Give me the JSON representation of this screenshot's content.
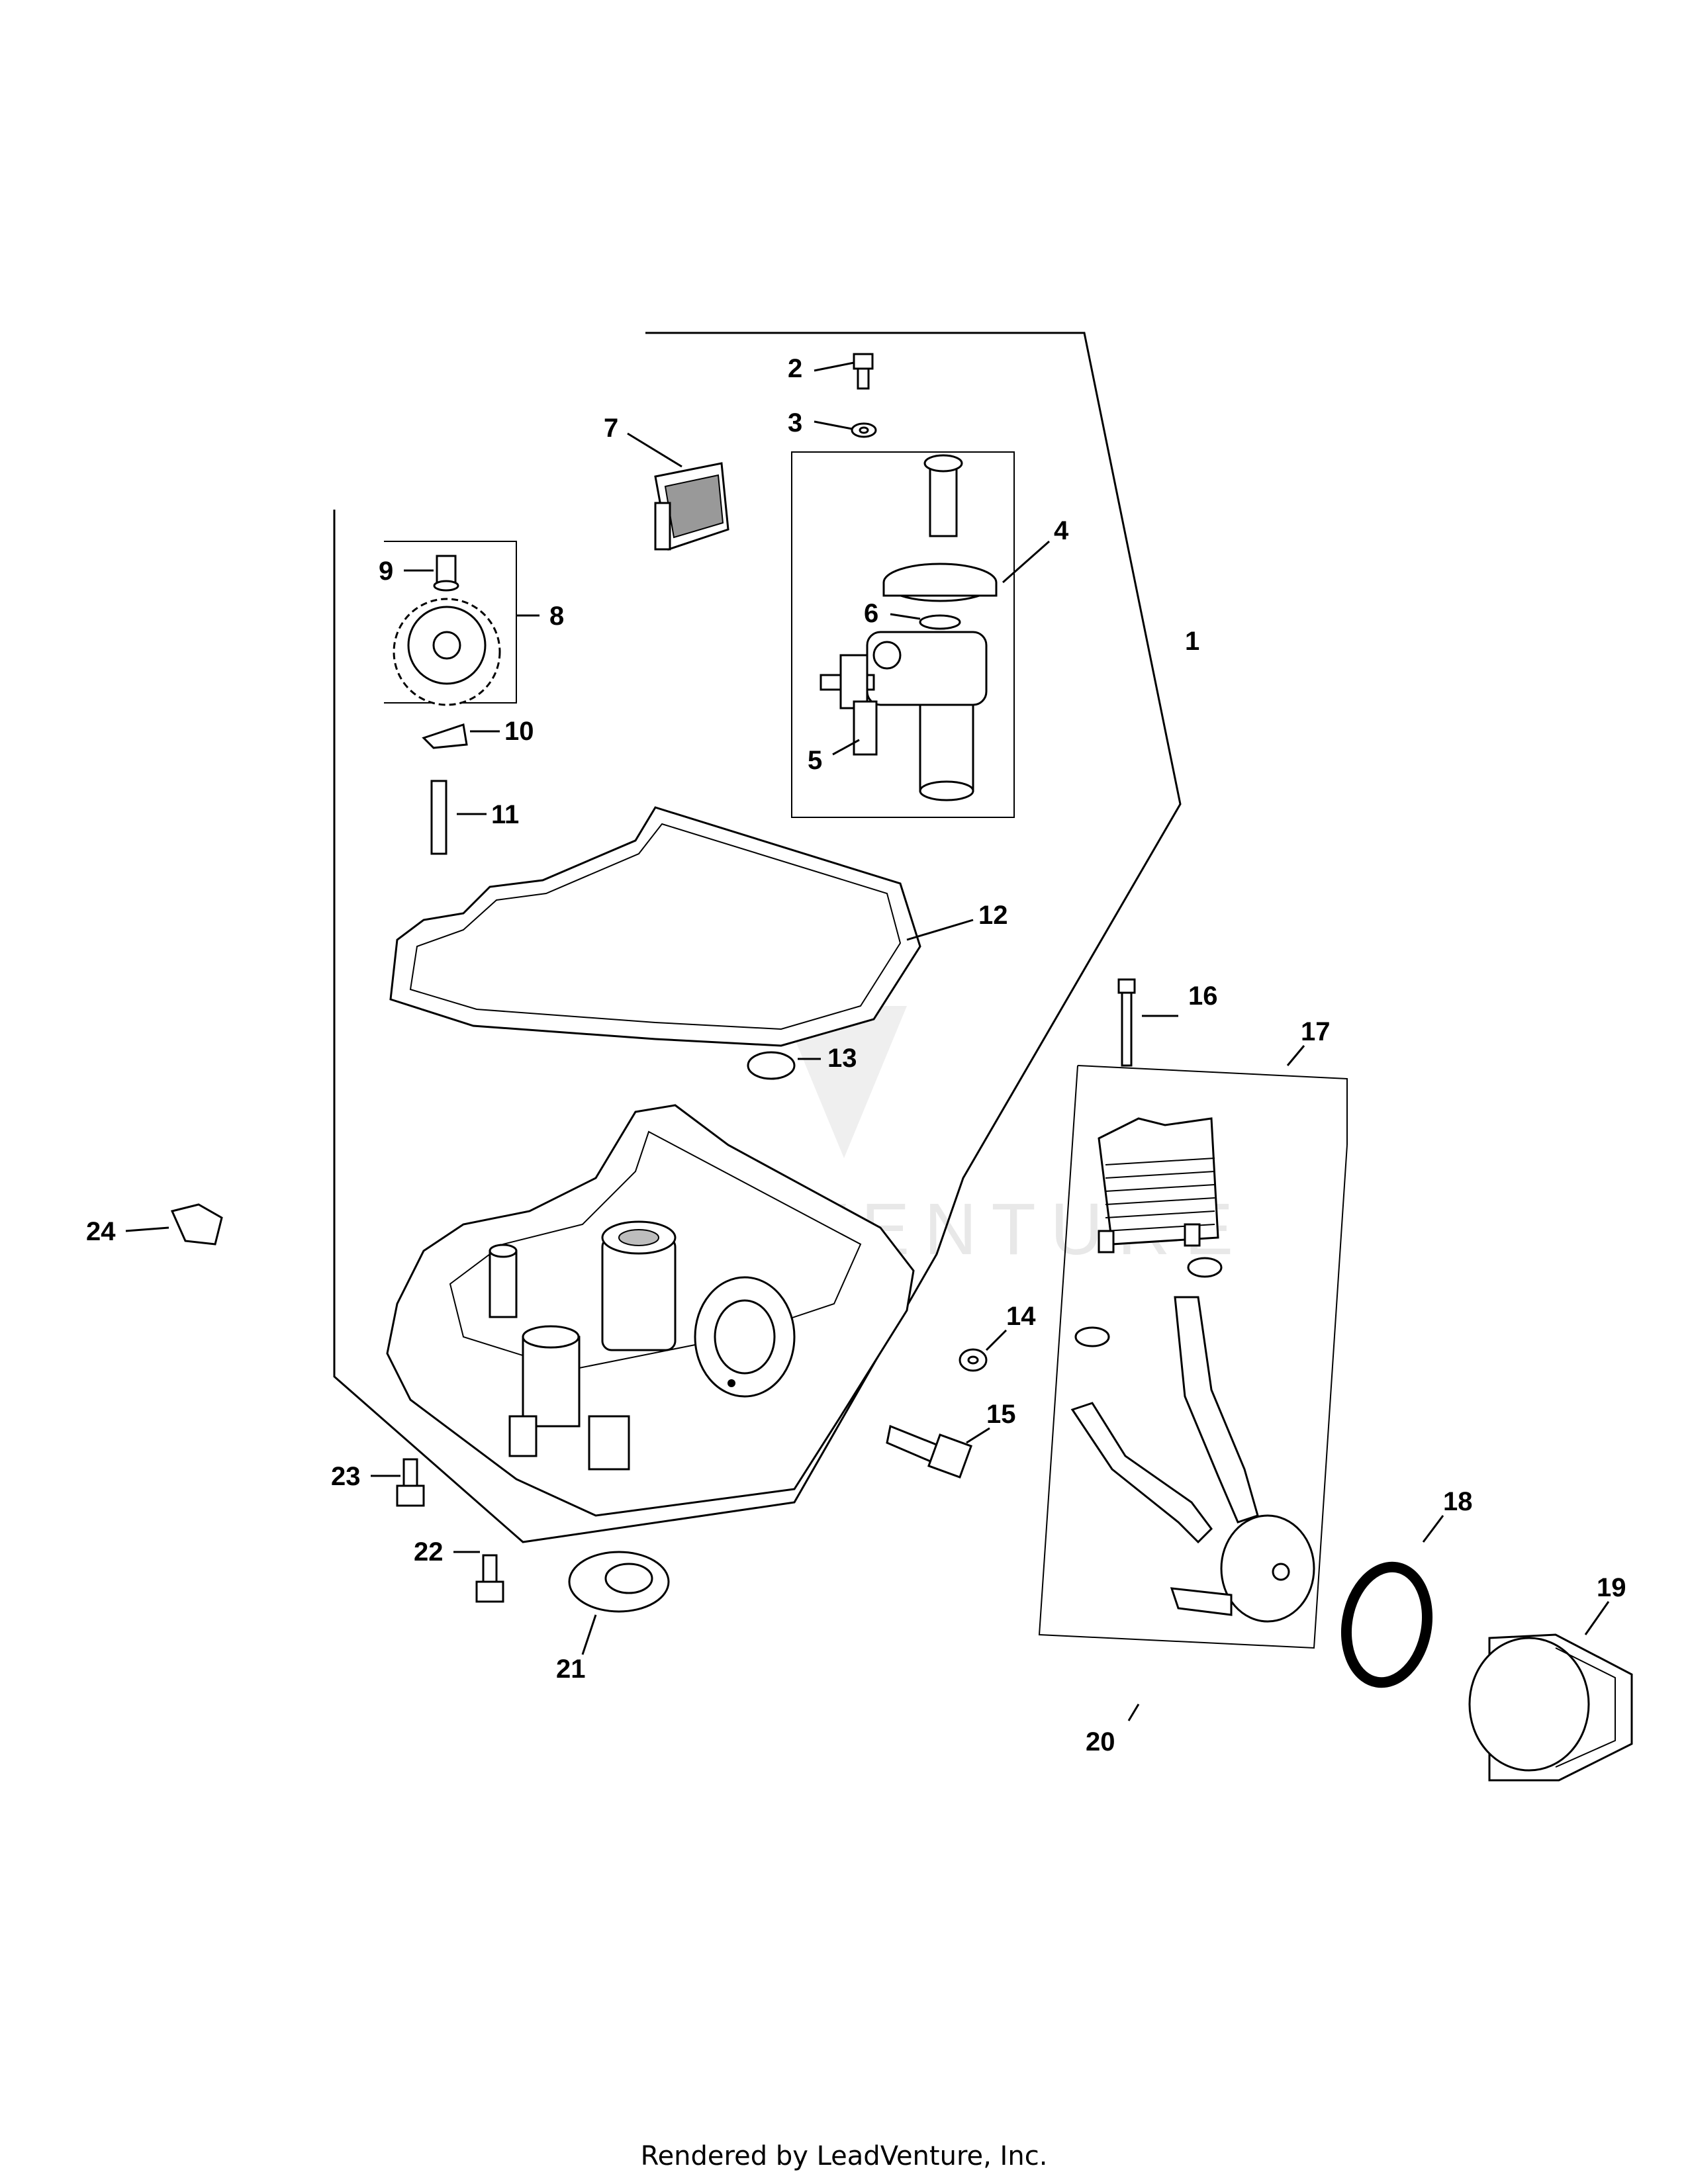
{
  "callouts": [
    "1",
    "2",
    "3",
    "4",
    "5",
    "6",
    "7",
    "8",
    "9",
    "10",
    "11",
    "12",
    "13",
    "14",
    "15",
    "16",
    "17",
    "18",
    "19",
    "20",
    "21",
    "22",
    "23",
    "24"
  ],
  "watermark": "LEADVENTURE",
  "footer": "Rendered by LeadVenture, Inc."
}
